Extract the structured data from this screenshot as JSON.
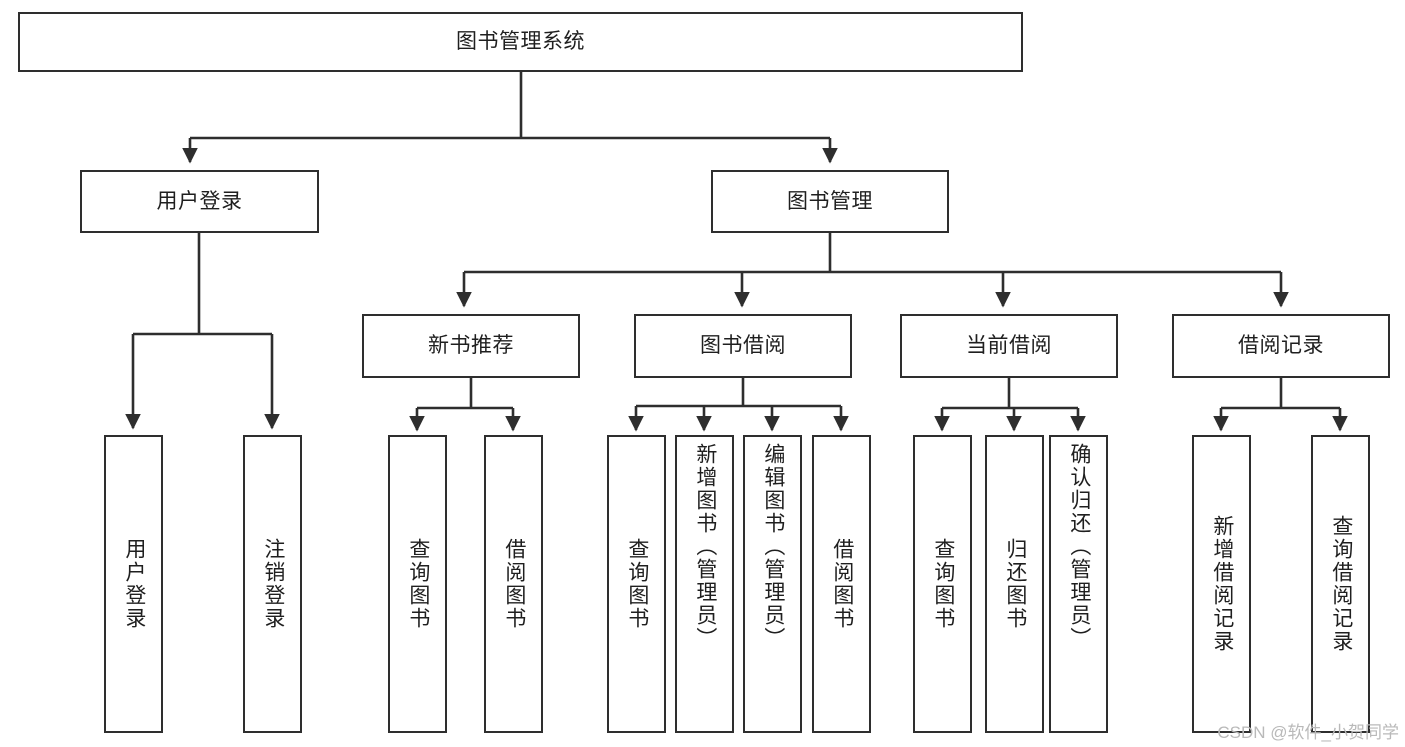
{
  "diagram": {
    "type": "hierarchy-tree",
    "title": "图书管理系统",
    "background_color": "#ffffff",
    "line_color": "#2e2e2e",
    "text_color": "#1f1f1f"
  },
  "root": {
    "label": "图书管理系统"
  },
  "level2": [
    {
      "label": "用户登录"
    },
    {
      "label": "图书管理"
    }
  ],
  "level3": [
    {
      "label": "新书推荐"
    },
    {
      "label": "图书借阅"
    },
    {
      "label": "当前借阅"
    },
    {
      "label": "借阅记录"
    }
  ],
  "leaves": {
    "user_login": [
      {
        "label": "用户登录"
      },
      {
        "label": "注销登录"
      }
    ],
    "new_book_recommend": [
      {
        "label": "查询图书"
      },
      {
        "label": "借阅图书"
      }
    ],
    "book_borrow": [
      {
        "label": "查询图书"
      },
      {
        "label": "新增图书（管理员）"
      },
      {
        "label": "编辑图书（管理员）"
      },
      {
        "label": "借阅图书"
      }
    ],
    "current_borrow": [
      {
        "label": "查询图书"
      },
      {
        "label": "归还图书"
      },
      {
        "label": "确认归还（管理员）"
      }
    ],
    "borrow_record": [
      {
        "label": "新增借阅记录"
      },
      {
        "label": "查询借阅记录"
      }
    ]
  },
  "watermark": {
    "text": "CSDN @软件_小贺同学"
  }
}
